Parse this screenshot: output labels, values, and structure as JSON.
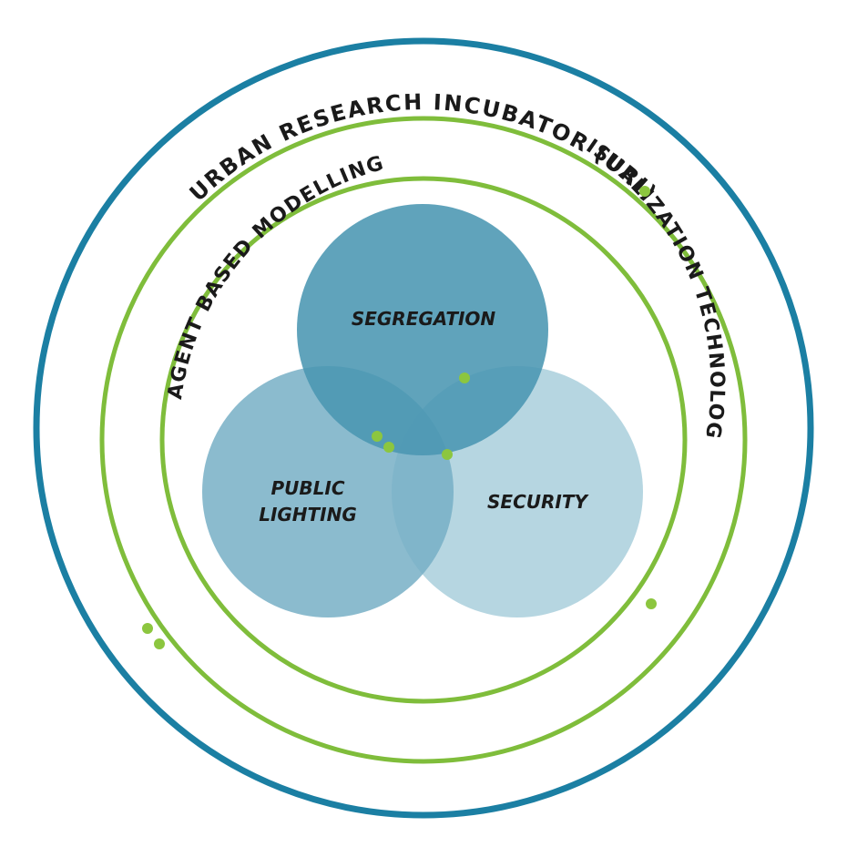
{
  "diagram": {
    "outer_ring_label": "URBAN RESEARCH INCUBATOR (URI)",
    "left_ring_label": "AGENT BASED MODELLING",
    "right_ring_label": "VISUALIZATION TECHNOLOGY",
    "circles": {
      "segregation": "SEGREGATION",
      "public_lighting_line1": "PUBLIC",
      "public_lighting_line2": "LIGHTING",
      "security": "SECURITY"
    }
  },
  "colors": {
    "outer_ring": "#1b7fa3",
    "green_rings": "#7fbd3b",
    "dots": "#8cc63f",
    "segregation_fill": "#4a96b2",
    "public_lighting_fill": "#77afc5",
    "security_fill": "#a9cfdc",
    "label_text": "#1a1a1a"
  }
}
